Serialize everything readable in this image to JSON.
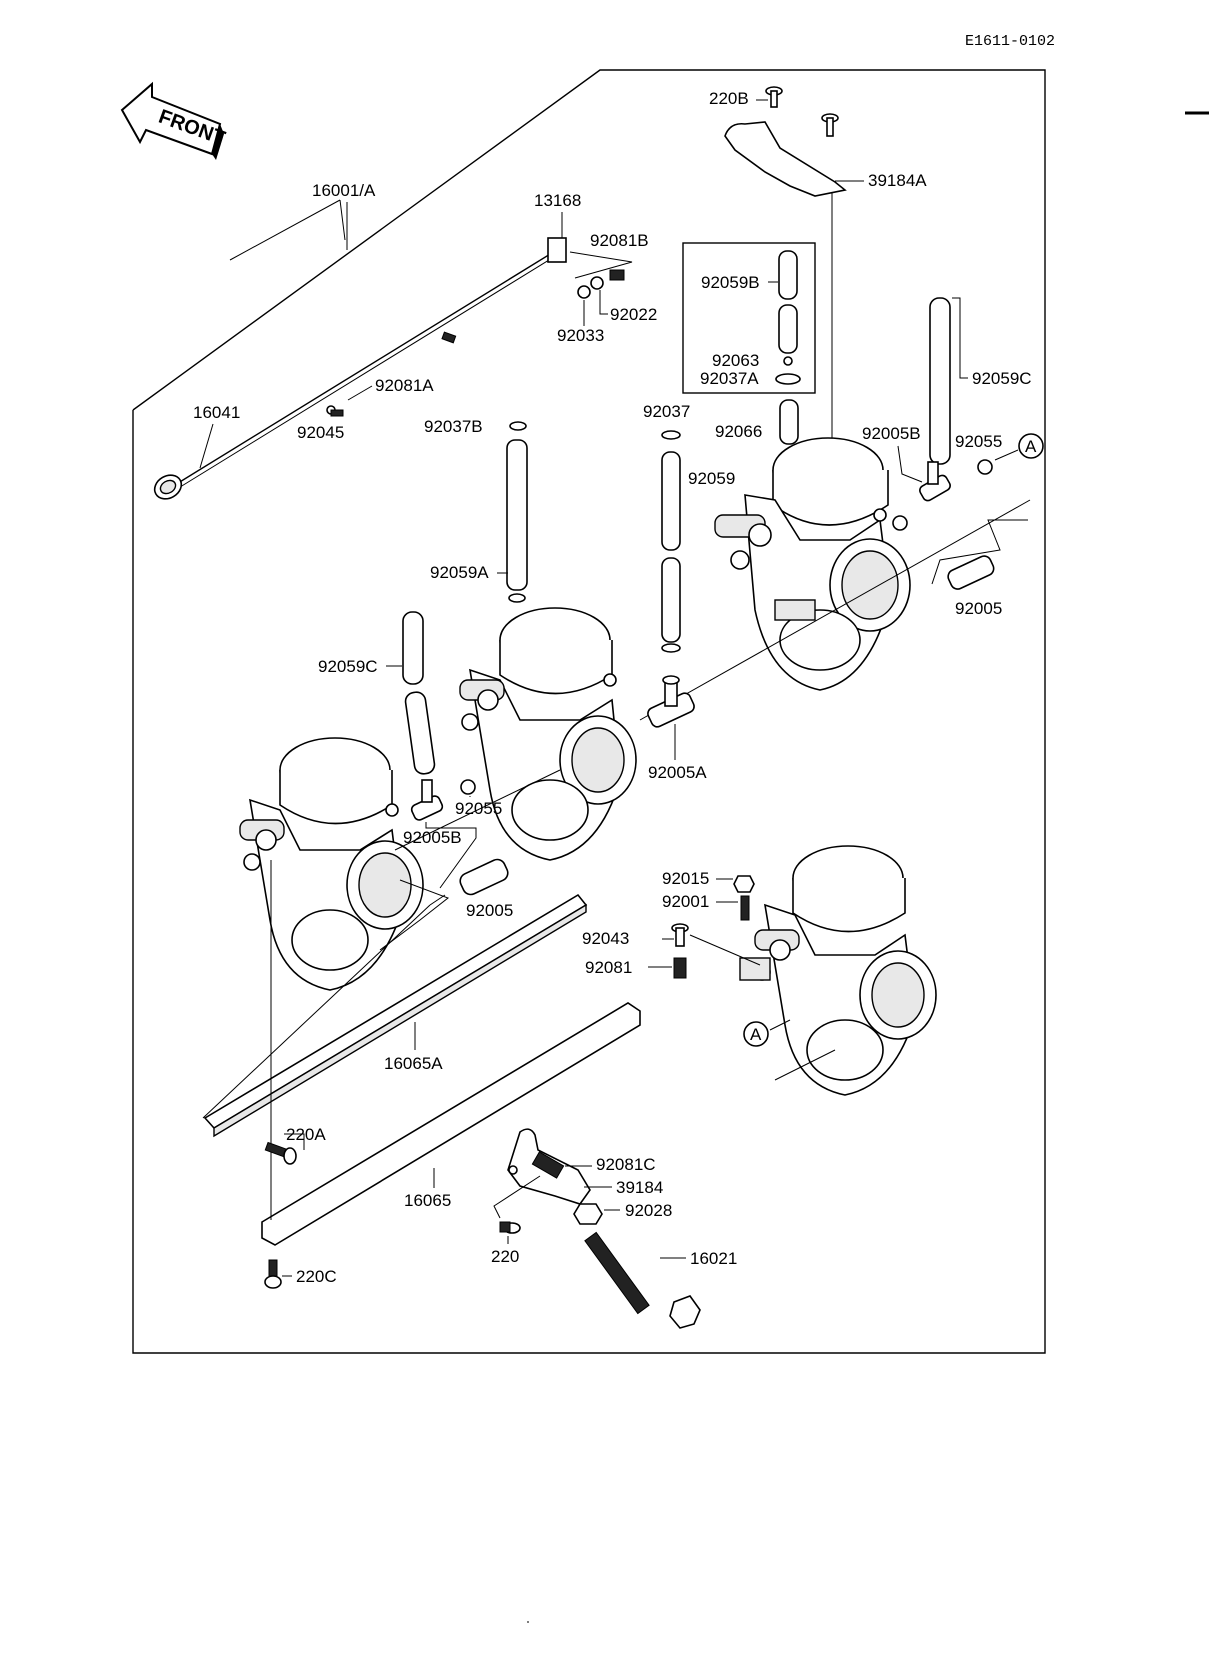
{
  "diagram_code": "E1611-0102",
  "front_label": "FRONT",
  "circle_marker": "A",
  "parts": {
    "p220B": "220B",
    "p39184A": "39184A",
    "p16001A": "16001/A",
    "p13168": "13168",
    "p92081B": "92081B",
    "p92022": "92022",
    "p92033": "92033",
    "p92059B": "92059B",
    "p92063": "92063",
    "p92037A": "92037A",
    "p92081A": "92081A",
    "p16041": "16041",
    "p92045": "92045",
    "p92037B": "92037B",
    "p92037": "92037",
    "p92066": "92066",
    "p92059C_right": "92059C",
    "p92005B_right": "92005B",
    "p92055_right": "92055",
    "p92059": "92059",
    "p92059A": "92059A",
    "p92005_right": "92005",
    "p92059C_left": "92059C",
    "p92005A": "92005A",
    "p92055_left": "92055",
    "p92005B_left": "92005B",
    "p92005_left": "92005",
    "p92015": "92015",
    "p92001": "92001",
    "p92043": "92043",
    "p92081": "92081",
    "p16065A": "16065A",
    "p220A": "220A",
    "p92081C": "92081C",
    "p39184": "39184",
    "p16065": "16065",
    "p92028": "92028",
    "p220": "220",
    "p16021": "16021",
    "p220C": "220C"
  }
}
